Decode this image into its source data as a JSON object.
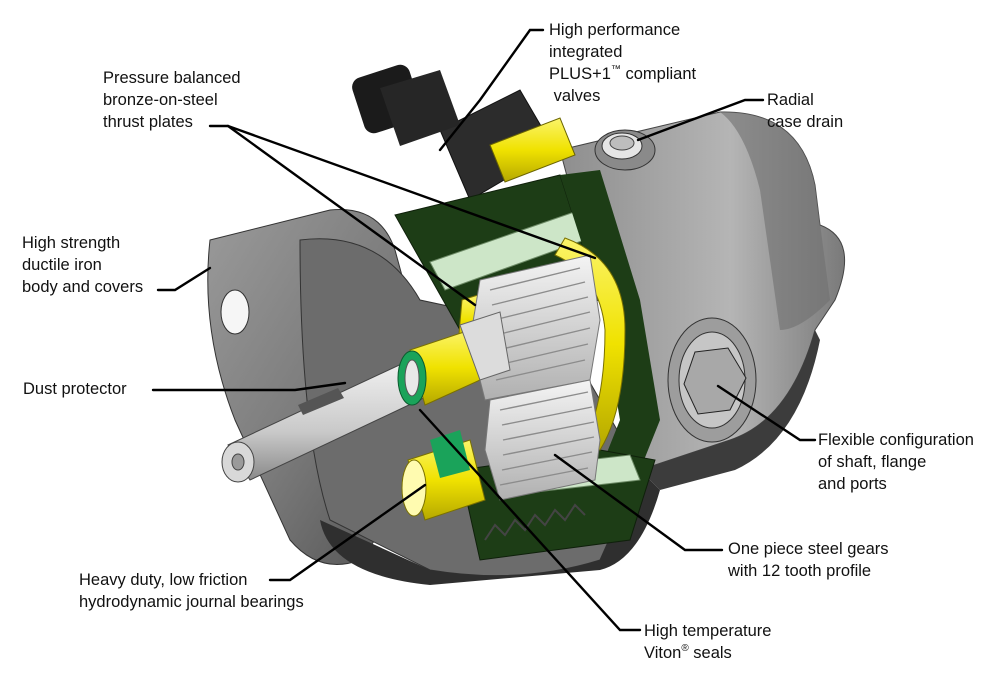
{
  "labels": {
    "valves": [
      "High performance",
      "integrated",
      "PLUS+1",
      "™",
      " compliant",
      " valves"
    ],
    "thrust_plates": [
      "Pressure balanced",
      "bronze-on-steel",
      "thrust plates"
    ],
    "case_drain": [
      "Radial",
      "case drain"
    ],
    "body": [
      "High strength",
      "ductile iron",
      "body and covers"
    ],
    "dust": "Dust protector",
    "flexible": [
      "Flexible configuration",
      "of shaft, flange",
      "and ports"
    ],
    "gears": [
      "One piece steel gears",
      "with 12 tooth profile"
    ],
    "bearings": [
      "Heavy duty, low friction",
      "hydrodynamic journal bearings"
    ],
    "seals": [
      "High temperature",
      "Viton",
      "®",
      " seals"
    ]
  },
  "colors": {
    "housing_light": "#b9b9b9",
    "housing_mid": "#8d8d8d",
    "housing_dark": "#5a5a5a",
    "bearing_yellow": "#f3e800",
    "seal_green": "#1aa35a",
    "plate_dark_green": "#1d3d16",
    "plate_light_green": "#cde6c8",
    "leader_line": "#000000"
  }
}
